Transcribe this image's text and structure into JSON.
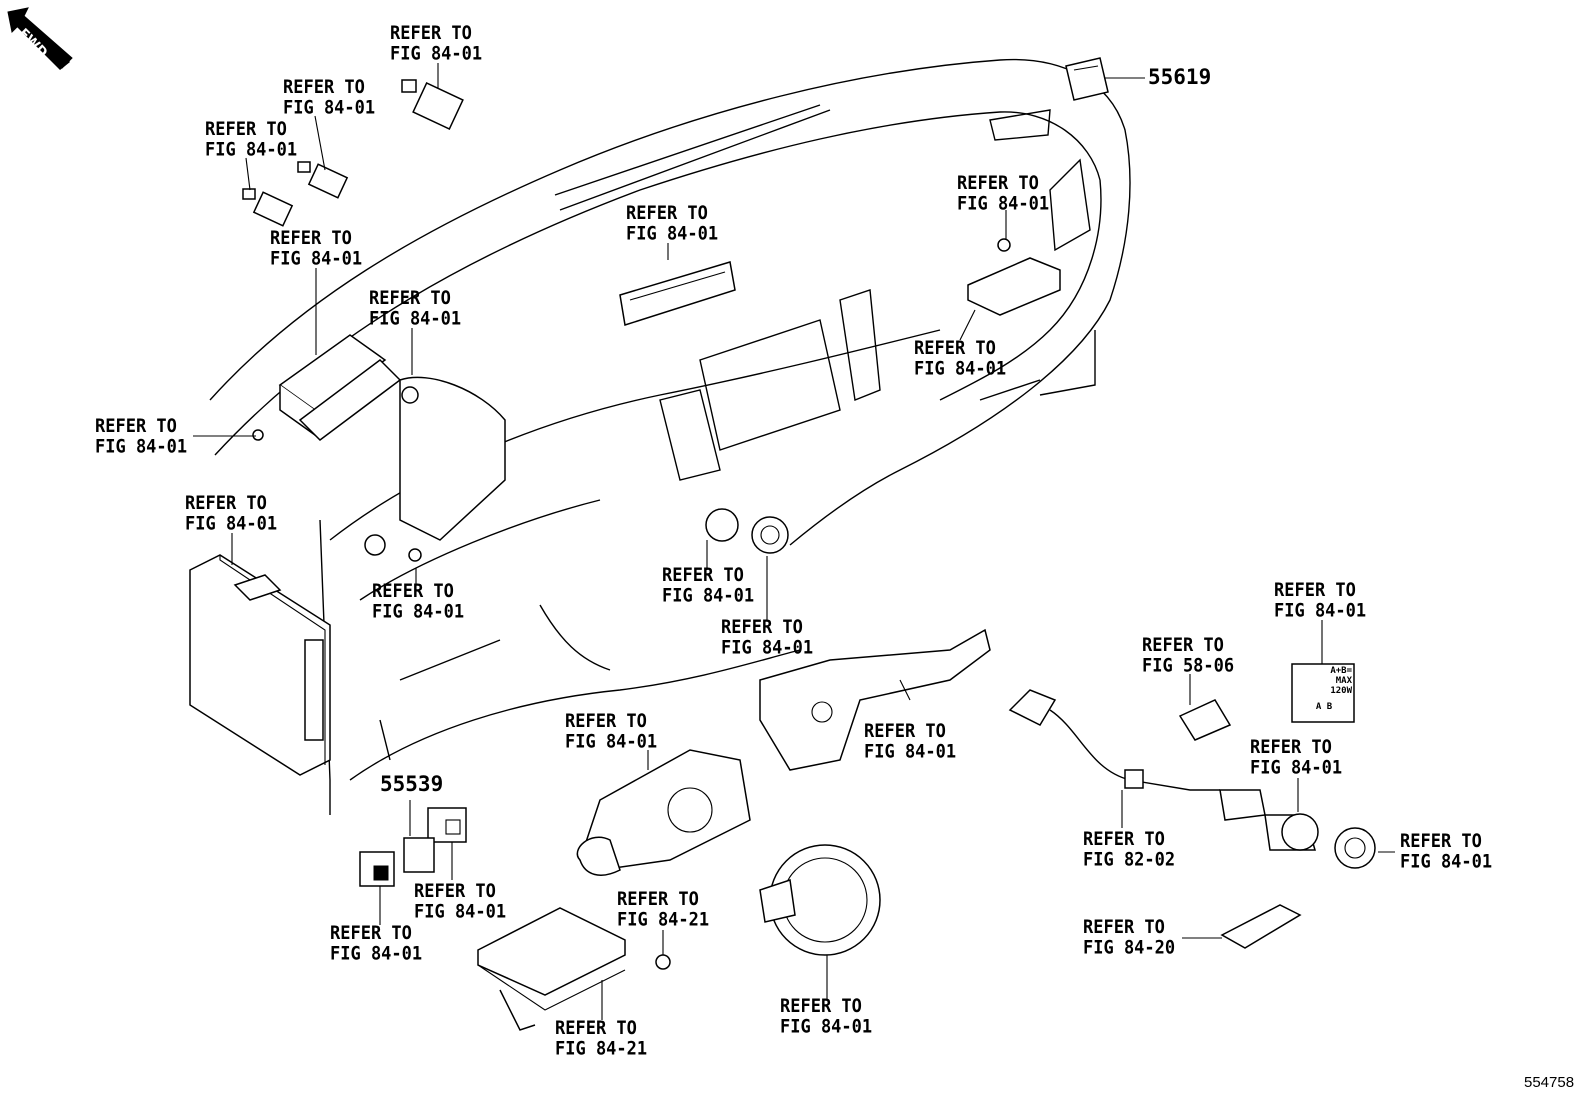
{
  "fwd_indicator": {
    "text": "FWD"
  },
  "drawing_number": "554758",
  "part_numbers": {
    "p55619": "55619",
    "p55539": "55539"
  },
  "callouts": [
    {
      "id": "c1",
      "line1": "REFER TO",
      "line2": "FIG 84-01"
    },
    {
      "id": "c2",
      "line1": "REFER TO",
      "line2": "FIG 84-01"
    },
    {
      "id": "c3",
      "line1": "REFER TO",
      "line2": "FIG 84-01"
    },
    {
      "id": "c4",
      "line1": "REFER TO",
      "line2": "FIG 84-01"
    },
    {
      "id": "c5",
      "line1": "REFER TO",
      "line2": "FIG 84-01"
    },
    {
      "id": "c6",
      "line1": "REFER TO",
      "line2": "FIG 84-01"
    },
    {
      "id": "c7",
      "line1": "REFER TO",
      "line2": "FIG 84-01"
    },
    {
      "id": "c8",
      "line1": "REFER TO",
      "line2": "FIG 84-01"
    },
    {
      "id": "c9",
      "line1": "REFER TO",
      "line2": "FIG 84-01"
    },
    {
      "id": "c10",
      "line1": "REFER TO",
      "line2": "FIG 84-01"
    },
    {
      "id": "c11",
      "line1": "REFER TO",
      "line2": "FIG 84-01"
    },
    {
      "id": "c12",
      "line1": "REFER TO",
      "line2": "FIG 84-01"
    },
    {
      "id": "c13",
      "line1": "REFER TO",
      "line2": "FIG 84-01"
    },
    {
      "id": "c14",
      "line1": "REFER TO",
      "line2": "FIG 84-01"
    },
    {
      "id": "c15",
      "line1": "REFER TO",
      "line2": "FIG 84-01"
    },
    {
      "id": "c16",
      "line1": "REFER TO",
      "line2": "FIG 84-01"
    },
    {
      "id": "c17",
      "line1": "REFER TO",
      "line2": "FIG 84-01"
    },
    {
      "id": "c18",
      "line1": "REFER TO",
      "line2": "FIG 84-21"
    },
    {
      "id": "c19",
      "line1": "REFER TO",
      "line2": "FIG 84-21"
    },
    {
      "id": "c20",
      "line1": "REFER TO",
      "line2": "FIG 84-01"
    },
    {
      "id": "c21",
      "line1": "REFER TO",
      "line2": "FIG 58-06"
    },
    {
      "id": "c22",
      "line1": "REFER TO",
      "line2": "FIG 84-01"
    },
    {
      "id": "c23",
      "line1": "REFER TO",
      "line2": "FIG 84-01"
    },
    {
      "id": "c24",
      "line1": "REFER TO",
      "line2": "FIG 82-02"
    },
    {
      "id": "c25",
      "line1": "REFER TO",
      "line2": "FIG 84-01"
    },
    {
      "id": "c26",
      "line1": "REFER TO",
      "line2": "FIG 84-20"
    }
  ],
  "outlet_label": {
    "line1": "A+B=",
    "line2": "MAX",
    "line3": "120W",
    "line4": "A  B"
  }
}
